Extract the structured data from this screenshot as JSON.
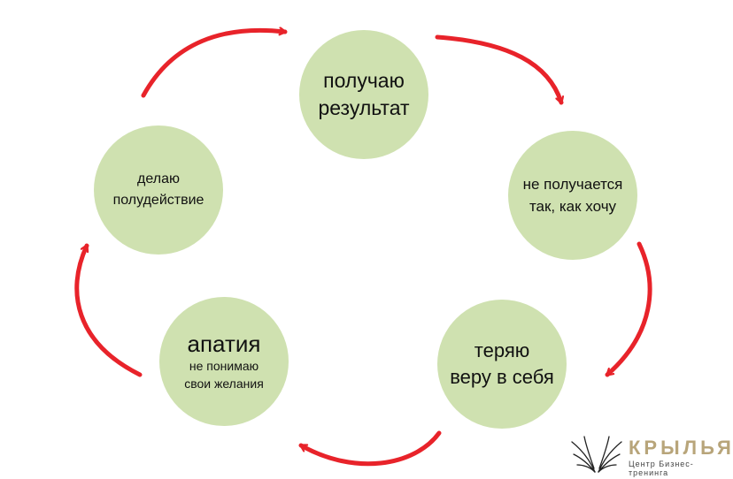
{
  "colors": {
    "circle": "#cfe1b0",
    "arrow": "#e8232a"
  },
  "nodes": {
    "result": {
      "line1": "получаю",
      "line2": "результат"
    },
    "not_working": {
      "line1": "не получается",
      "line2": "так, как хочу"
    },
    "lose_faith": {
      "line1": "теряю",
      "line2": "веру в себя"
    },
    "apathy": {
      "title": "апатия",
      "line1": "не понимаю",
      "line2": "свои желания"
    },
    "half_action": {
      "line1": "делаю",
      "line2": "полудействие"
    }
  },
  "logo": {
    "name": "КРЫЛЬЯ",
    "tagline": "Центр Бизнес-тренинга",
    "icon": "wings-icon"
  }
}
